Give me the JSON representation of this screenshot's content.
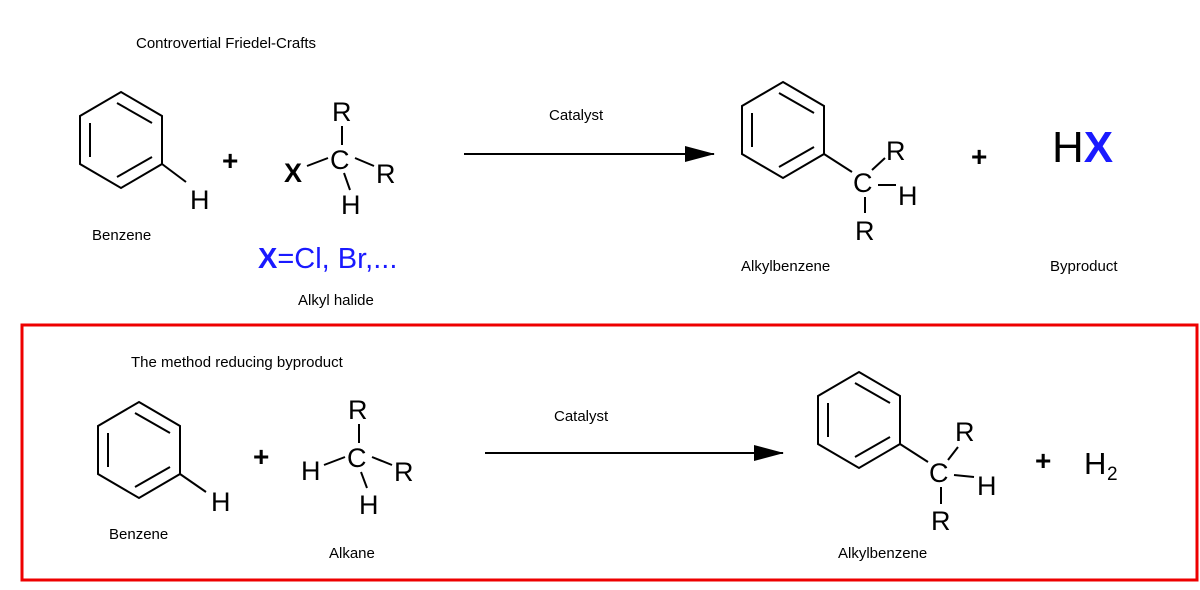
{
  "colors": {
    "halogen": "#1a1aff",
    "highlight_box": "#ee0000",
    "ink": "#000000"
  },
  "top": {
    "title": "Controvertial Friedel-Crafts",
    "benzene_label": "Benzene",
    "benzene_h": "H",
    "plus_1": "+",
    "alkyl_halide": {
      "x": "X",
      "c": "C",
      "r_top": "R",
      "r_right": "R",
      "h_bottom": "H",
      "def_x": "X",
      "def_rest": "=Cl, Br,...",
      "label": "Alkyl halide"
    },
    "catalyst": "Catalyst",
    "product": {
      "c": "C",
      "r_top": "R",
      "h_right": "H",
      "r_bottom": "R",
      "label": "Alkylbenzene"
    },
    "plus_2": "+",
    "byproduct": {
      "h": "H",
      "x": "X",
      "label": "Byproduct"
    }
  },
  "bottom": {
    "title": "The method reducing byproduct",
    "benzene_label": "Benzene",
    "benzene_h": "H",
    "plus_1": "+",
    "alkane": {
      "h_left": "H",
      "c": "C",
      "r_top": "R",
      "r_right": "R",
      "h_bottom": "H",
      "label": "Alkane"
    },
    "catalyst": "Catalyst",
    "product": {
      "c": "C",
      "r_top": "R",
      "h_right": "H",
      "r_bottom": "R",
      "label": "Alkylbenzene"
    },
    "plus_2": "+",
    "hydrogen": {
      "h": "H",
      "sub": "2"
    }
  }
}
